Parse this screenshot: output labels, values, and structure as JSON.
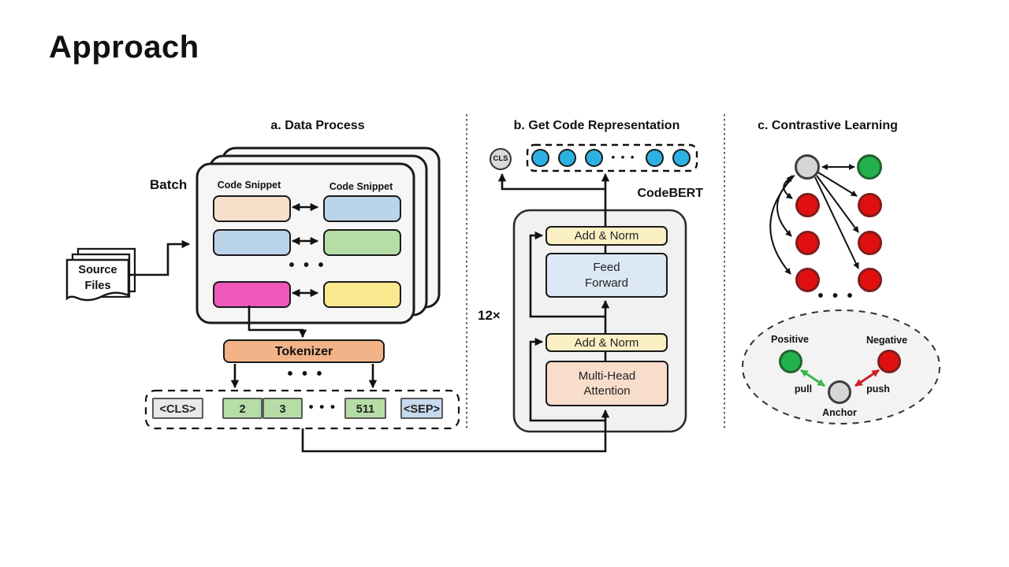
{
  "title": "Approach",
  "dots": "• • •",
  "section_a": {
    "header": "a. Data Process",
    "batch_label": "Batch",
    "snippet_label": "Code Snippet",
    "source_files": "Source Files",
    "tokenizer": "Tokenizer",
    "tokens": {
      "cls": "<CLS>",
      "t1": "2",
      "t2": "3",
      "t3": "511",
      "sep": "<SEP>"
    }
  },
  "section_b": {
    "header": "b. Get Code Representation",
    "cls_badge": "CLS",
    "codebert": "CodeBERT",
    "multiplier": "12×",
    "add_norm": "Add & Norm",
    "feed_forward": "Feed Forward",
    "multi_head_attention": "Multi-Head Attention"
  },
  "section_c": {
    "header": "c. Contrastive Learning",
    "positive": "Positive",
    "negative": "Negative",
    "anchor": "Anchor",
    "pull": "pull",
    "push": "push"
  },
  "colors": {
    "snippet_peach": "#f8dfc9",
    "snippet_blue": "#bad4ea",
    "snippet_green": "#b6dda6",
    "snippet_pink": "#ee58bb",
    "snippet_yellow": "#fae98f",
    "tokenizer_orange": "#f2b388",
    "add_norm_yellow": "#fbf0c4",
    "feed_forward_blue": "#dce8f6",
    "attention_peach": "#f8ddcb",
    "token_gray": "#e8e8e8",
    "token_blue": "#c7daed",
    "embedding_blue": "#2cb1e2",
    "node_red": "#e01010",
    "node_green": "#22b14c",
    "node_gray": "#d6d6d6",
    "pull_green": "#3db54b",
    "push_red": "#cc2127"
  }
}
